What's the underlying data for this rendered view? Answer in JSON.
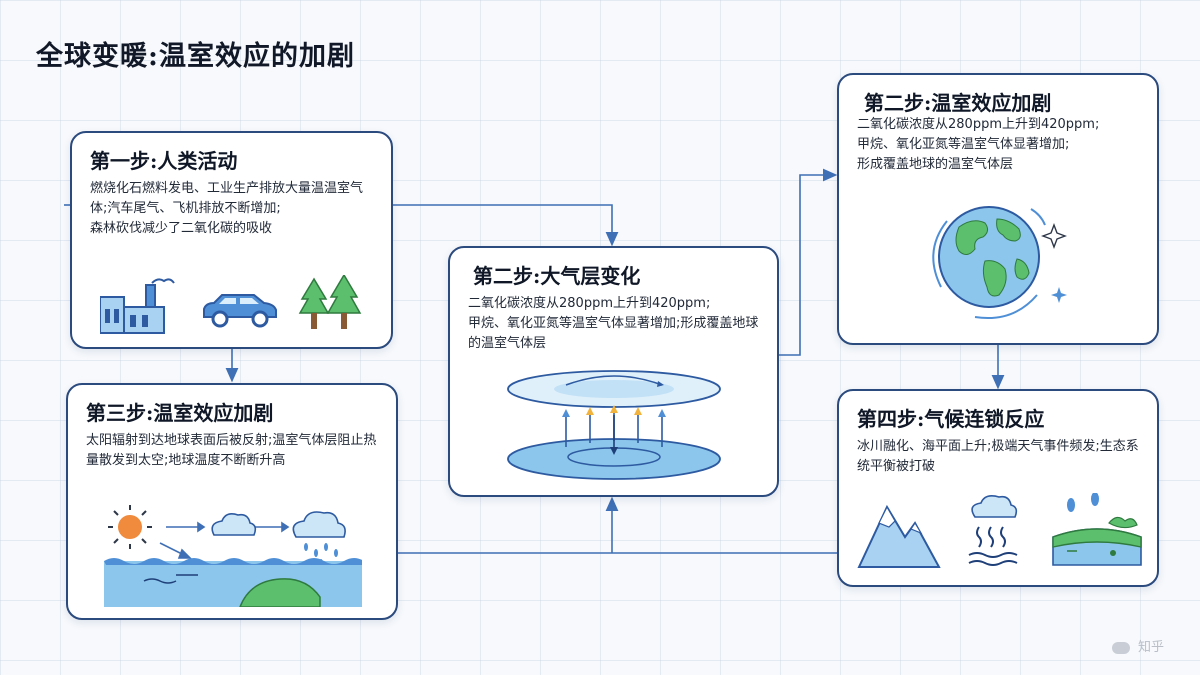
{
  "title": "全球变暖:温室效应的加剧",
  "cards": {
    "step1": {
      "title": "第一步:人类活动",
      "lines": [
        "燃烧化石燃料发电、工业生产排放大量温温室气体;汽车尾气、飞机排放不断增加;",
        "森林砍伐减少了二氧化碳的吸收"
      ]
    },
    "step3": {
      "title": "第三步:温室效应加剧",
      "lines": [
        "太阳辐射到达地球表面后被反射;温室气体层阻止热量散发到太空;地球温度不断断升高"
      ]
    },
    "step2_center": {
      "title": "第二步:大气层变化",
      "lines": [
        "二氧化碳浓度从280ppm上升到420ppm;",
        "甲烷、氧化亚氮等温室气体显著增加;形成覆盖地球的温室气体层"
      ]
    },
    "step2_right": {
      "title": "第二步:温室效应加剧",
      "lines": [
        "二氧化碳浓度从280ppm上升到420ppm;",
        "甲烷、氧化亚氮等温室气体显著增加;",
        "形成覆盖地球的温室气体层"
      ]
    },
    "step4": {
      "title": "第四步:气候连锁反应",
      "lines": [
        "冰川融化、海平面上升;极端天气事件频发;生态系统平衡被打破"
      ]
    }
  },
  "watermark": "知乎",
  "colors": {
    "card_border": "#2b4a7e",
    "connector": "#3f6fb5",
    "icon_blue": "#4f8fd6",
    "icon_light": "#a9d2f2",
    "tree_green": "#5bbf6e",
    "sun_orange": "#f08a3c"
  }
}
